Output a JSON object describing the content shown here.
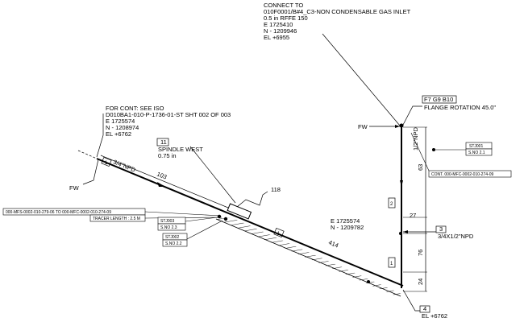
{
  "connect_note": {
    "lines": [
      "CONNECT TO",
      "010F0001/B#4_C3-NON CONDENSABLE GAS INLET",
      "0.5 in RFFE 150",
      "E 1725410",
      "N - 1209946",
      "EL +6955"
    ]
  },
  "cont_note": {
    "lines": [
      "FOR CONT: SEE ISO",
      "D010BA1-010-P-1736-01-ST SHT 002 OF 003",
      "E 1725574",
      "N - 1208974",
      "EL +6762"
    ]
  },
  "flange_note": {
    "label": "F7 G9 B10",
    "text": "FLANGE ROTATION 45.0\""
  },
  "spindle_note": {
    "tag": "11",
    "lines": [
      "SPINDLE WEST",
      "0.75 in"
    ]
  },
  "coord_note": {
    "lines": [
      "E 1725574",
      "N - 1209782"
    ]
  },
  "fw_labels": [
    "FW",
    "FW"
  ],
  "npd_labels": {
    "diag": "3/4\"NPD",
    "vert": "1/2\"NPD",
    "reducer": "3/4X1/2\"NPD"
  },
  "bubble_tags": {
    "reducer": "3",
    "bottom": "4"
  },
  "bottom_el": "EL +6762",
  "dimensions": [
    "103",
    "118",
    "414",
    "63",
    "27",
    "76",
    "24"
  ],
  "pipe_marks": [
    "1",
    "1",
    "2",
    "1"
  ],
  "stj_boxes": [
    {
      "id": "STJ001",
      "sno": "S.NO 2.1"
    },
    {
      "id": "STJ003",
      "sno": "S.NO 2.3"
    },
    {
      "id": "STJ002",
      "sno": "S.NO 2.2"
    }
  ],
  "line_refs": {
    "right": "CONT. 000-MFC-0002-010-274-09",
    "left": "000-MFS-0002-010-279-06 TO 000-MFC-0002-010-274-09",
    "tracer": "TRACER LENGTH : 2.5 M"
  }
}
